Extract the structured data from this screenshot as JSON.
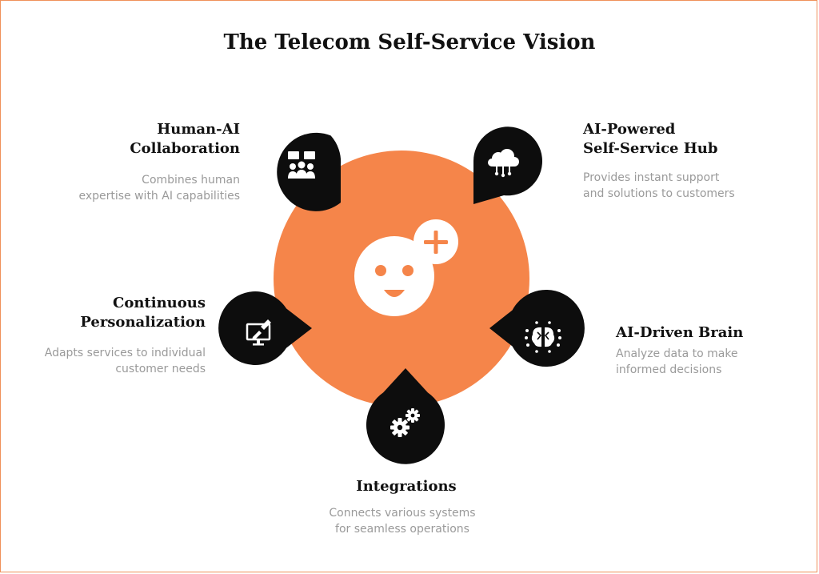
{
  "title": "The Telecom Self-Service Vision",
  "colors": {
    "accent": "#f5854a",
    "pin": "#0d0d0d",
    "icon": "#ffffff",
    "heading": "#111111",
    "description": "#9a9a9a"
  },
  "center_icon": "robot-face-plus-icon",
  "items": [
    {
      "id": "human-ai",
      "heading_line1": "Human-AI",
      "heading_line2": "Collaboration",
      "desc_line1": "Combines human",
      "desc_line2": "expertise with AI capabilities",
      "icon": "team-meeting-icon"
    },
    {
      "id": "hub",
      "heading_line1": "AI-Powered",
      "heading_line2": "Self-Service Hub",
      "desc_line1": "Provides instant support",
      "desc_line2": "and solutions to customers",
      "icon": "cloud-network-icon"
    },
    {
      "id": "personalization",
      "heading_line1": "Continuous",
      "heading_line2": "Personalization",
      "desc_line1": "Adapts services to individual",
      "desc_line2": "customer needs",
      "icon": "monitor-edit-icon"
    },
    {
      "id": "brain",
      "heading_line1": "AI-Driven Brain",
      "desc_line1": "Analyze data to make",
      "desc_line2": "informed decisions",
      "icon": "brain-circuit-icon"
    },
    {
      "id": "integrations",
      "heading_line1": "Integrations",
      "desc_line1": "Connects various systems",
      "desc_line2": "for seamless operations",
      "icon": "gears-icon"
    }
  ]
}
